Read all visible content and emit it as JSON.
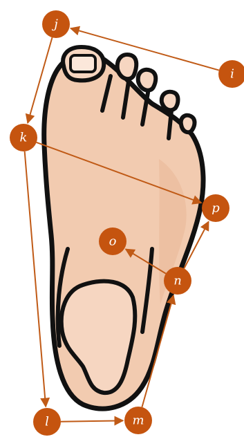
{
  "colors": {
    "skin": "#f2cbb0",
    "skin_shadow": "#e3ad8c",
    "outline": "#111111",
    "node_fill": "#c5540f",
    "node_text": "#ffffff",
    "arrow": "#c05a16"
  },
  "nodes": {
    "i": "i",
    "j": "j",
    "k": "k",
    "l": "l",
    "m": "m",
    "n": "n",
    "o": "o",
    "p": "p"
  },
  "edges": [
    {
      "from": "i",
      "to": "j"
    },
    {
      "from": "j",
      "to": "k"
    },
    {
      "from": "k",
      "to": "p"
    },
    {
      "from": "k",
      "to": "l"
    },
    {
      "from": "l",
      "to": "m"
    },
    {
      "from": "m",
      "to": "n"
    },
    {
      "from": "n",
      "to": "o"
    },
    {
      "from": "n",
      "to": "p"
    }
  ]
}
